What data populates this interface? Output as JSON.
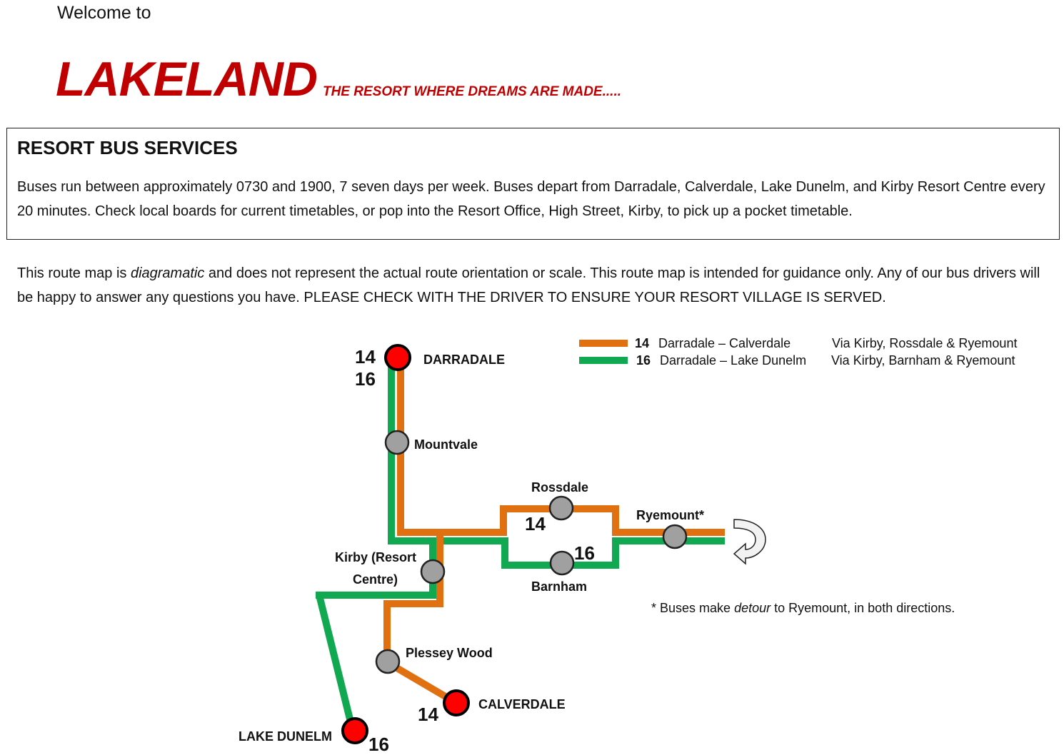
{
  "header": {
    "welcome": "Welcome to",
    "brand": "LAKELAND",
    "tagline": "THE RESORT WHERE DREAMS ARE MADE.....",
    "brand_color": "#c00000"
  },
  "services": {
    "title": "RESORT BUS SERVICES",
    "text": "Buses run between approximately 0730 and 1900, 7 seven days per week.  Buses depart from Darradale, Calverdale, Lake Dunelm, and Kirby Resort Centre every 20 minutes. Check local boards for current timetables, or pop into the Resort Office, High Street, Kirby, to pick up a pocket timetable."
  },
  "disclaimer": {
    "before": "This route map is ",
    "emphasis": "diagramatic",
    "after": " and does not represent the actual route orientation or scale. This route map is intended for guidance only. Any of our bus drivers will be happy to answer any questions you have. PLEASE CHECK WITH THE DRIVER TO ENSURE YOUR RESORT VILLAGE IS SERVED."
  },
  "map": {
    "routes": [
      {
        "number": "14",
        "description": "Darradale – Calverdale",
        "via": "Via Kirby, Rossdale & Ryemount",
        "color": "#e07010"
      },
      {
        "number": "16",
        "description": "Darradale – Lake Dunelm",
        "via": "Via Kirby, Barnham & Ryemount",
        "color": "#10a850"
      }
    ],
    "stops": {
      "darradale": "DARRADALE",
      "mountvale": "Mountvale",
      "rossdale": "Rossdale",
      "ryemount": "Ryemount*",
      "kirby_line1": "Kirby (Resort",
      "kirby_line2": "Centre)",
      "barnham": "Barnham",
      "plessey_wood": "Plessey Wood",
      "calverdale": "CALVERDALE",
      "lake_dunelm": "LAKE DUNELM"
    },
    "route_labels": {
      "darradale_14": "14",
      "darradale_16": "16",
      "rossdale_14": "14",
      "barnham_16": "16",
      "calverdale_14": "14",
      "lake_dunelm_16": "16"
    },
    "note": {
      "before": "* Buses make ",
      "emphasis": "detour",
      "after": " to Ryemount, in both directions."
    },
    "terminus_color": "#ff0000",
    "stop_color": "#a0a0a0",
    "icons": [
      "loop-arrow-icon"
    ]
  }
}
